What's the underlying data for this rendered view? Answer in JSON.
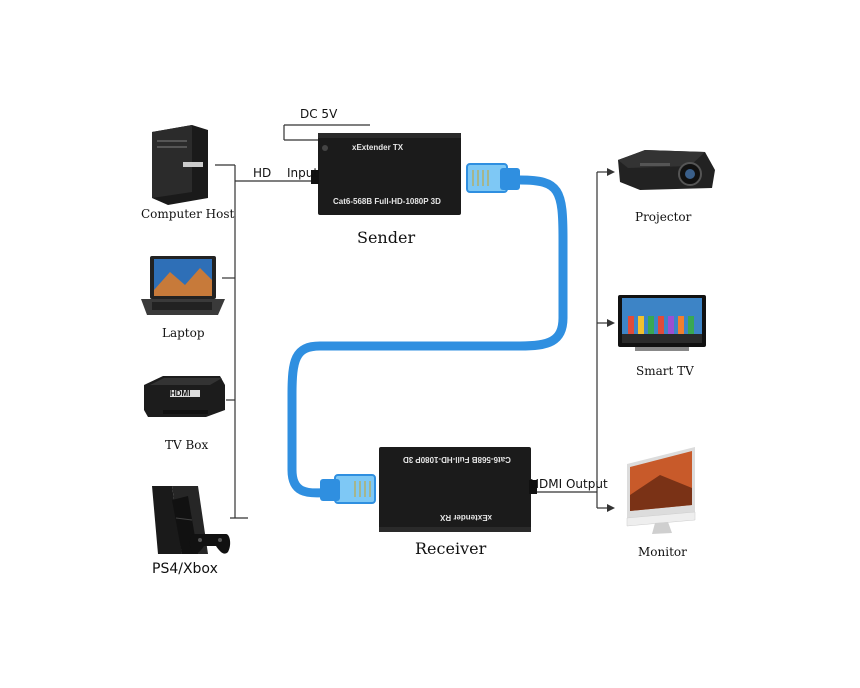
{
  "sources": {
    "computer_host": "Computer Host",
    "laptop": "Laptop",
    "tv_box": "TV Box",
    "tv_box_brand": "HDMI",
    "ps4": "PS4/Xbox"
  },
  "sender": {
    "title": "Sender",
    "device_name": "xExtender TX",
    "device_spec": "Cat6-568B Full-HD-1080P 3D",
    "dc_label": "DC 5V",
    "hdmi_input_prefix": "HD",
    "hdmi_input_suffix": "Input"
  },
  "receiver": {
    "title": "Receiver",
    "device_name": "xExtender RX",
    "device_spec": "Cat6-568B Full-HD-1080P 3D",
    "hdmi_output": "HDMI Output"
  },
  "outputs": {
    "projector": "Projector",
    "smart_tv": "Smart TV",
    "monitor": "Monitor"
  },
  "colors": {
    "cable": "#2f8fe0",
    "device": "#1b1b1b",
    "wire": "#333333"
  }
}
